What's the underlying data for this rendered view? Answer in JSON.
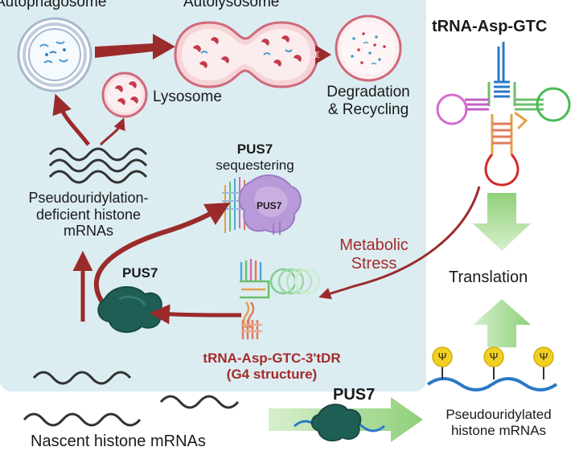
{
  "labels": {
    "autophagosome": "Autophagosome",
    "autolysosome": "Autolysosome",
    "lysosome": "Lysosome",
    "degradation_line1": "Degradation",
    "degradation_line2": "& Recycling",
    "trna_title": "tRNA-Asp-GTC",
    "pus7_seq_line1": "PUS7",
    "pus7_seq_line2": "sequestering",
    "pus7_on_protein": "PUS7",
    "deficient_line1": "Pseudouridylation-",
    "deficient_line2": "deficient histone",
    "deficient_line3": "mRNAs",
    "metabolic_line1": "Metabolic",
    "metabolic_line2": "Stress",
    "translation": "Translation",
    "pus7_free": "PUS7",
    "tdr_line1": "tRNA-Asp-GTC-3'tDR",
    "tdr_line2": "(G4 structure)",
    "pus7_bottom": "PUS7",
    "pseudo_line1": "Pseudouridylated",
    "pseudo_line2": "histone mRNAs",
    "nascent": "Nascent histone mRNAs",
    "psi_symbol": "Ψ"
  },
  "colors": {
    "panel_bg": "#dcedf2",
    "dark_red": "#9b2b2b",
    "green_arrow": "#9fd48a",
    "pus7_teal": "#1f5e55",
    "pus7_purple": "#b89ad8",
    "rna_blue": "#2a78c8",
    "psi_yellow": "#f2d022"
  }
}
